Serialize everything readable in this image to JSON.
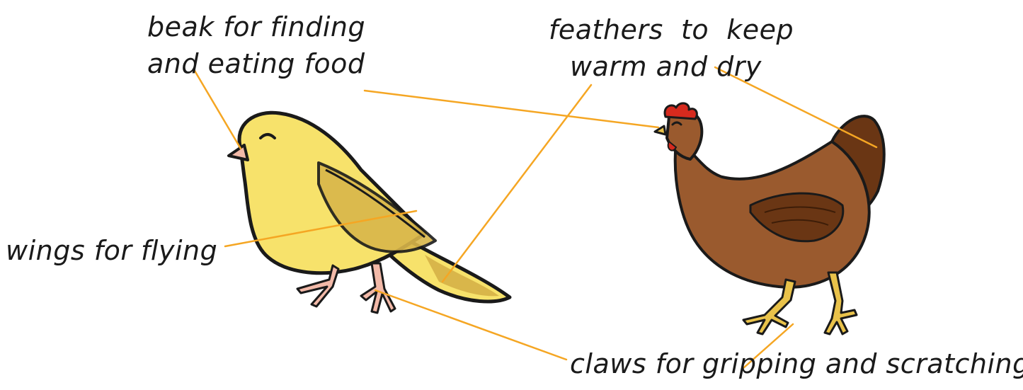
{
  "labels": {
    "beak": [
      "beak for finding",
      "and eating food"
    ],
    "feathers": [
      "feathers  to  keep",
      "warm and dry"
    ],
    "wings": "wings for flying",
    "claws": "claws for gripping and scratching"
  },
  "colors": {
    "leader_line": "#f5a623",
    "canary_body": "#f7e26b",
    "canary_shade": "#d9b64a",
    "hen_body": "#9a5a2e",
    "hen_dark": "#6a3614",
    "comb": "#d62a1e",
    "legs": "#e9c24a"
  },
  "figures": [
    "canary",
    "hen"
  ]
}
